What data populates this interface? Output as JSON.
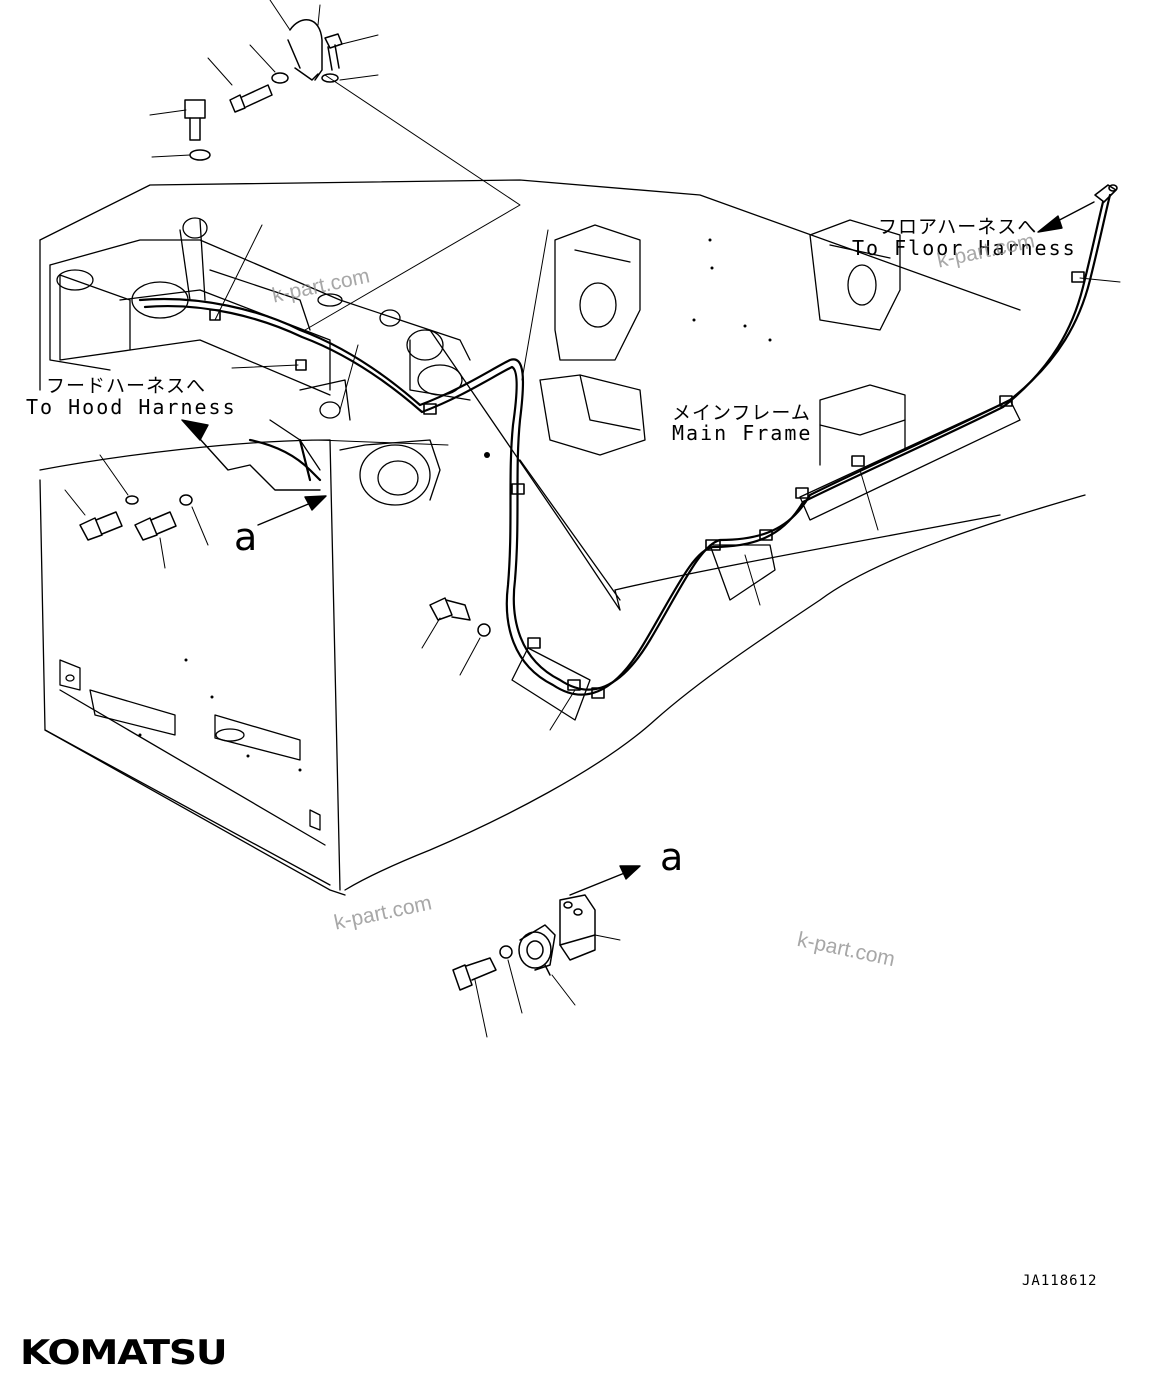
{
  "labels": {
    "hood_jp": "フードハーネスへ",
    "hood_en": "To Hood Harness",
    "floor_jp": "フロアハーネスへ",
    "floor_en": "To Floor Harness",
    "frame_jp": "メインフレーム",
    "frame_en": "Main Frame",
    "ref_a_upper": "a",
    "ref_a_lower": "a"
  },
  "watermark": "k-part.com",
  "drawing_code": "JA118612",
  "logo": "KOMATSU"
}
